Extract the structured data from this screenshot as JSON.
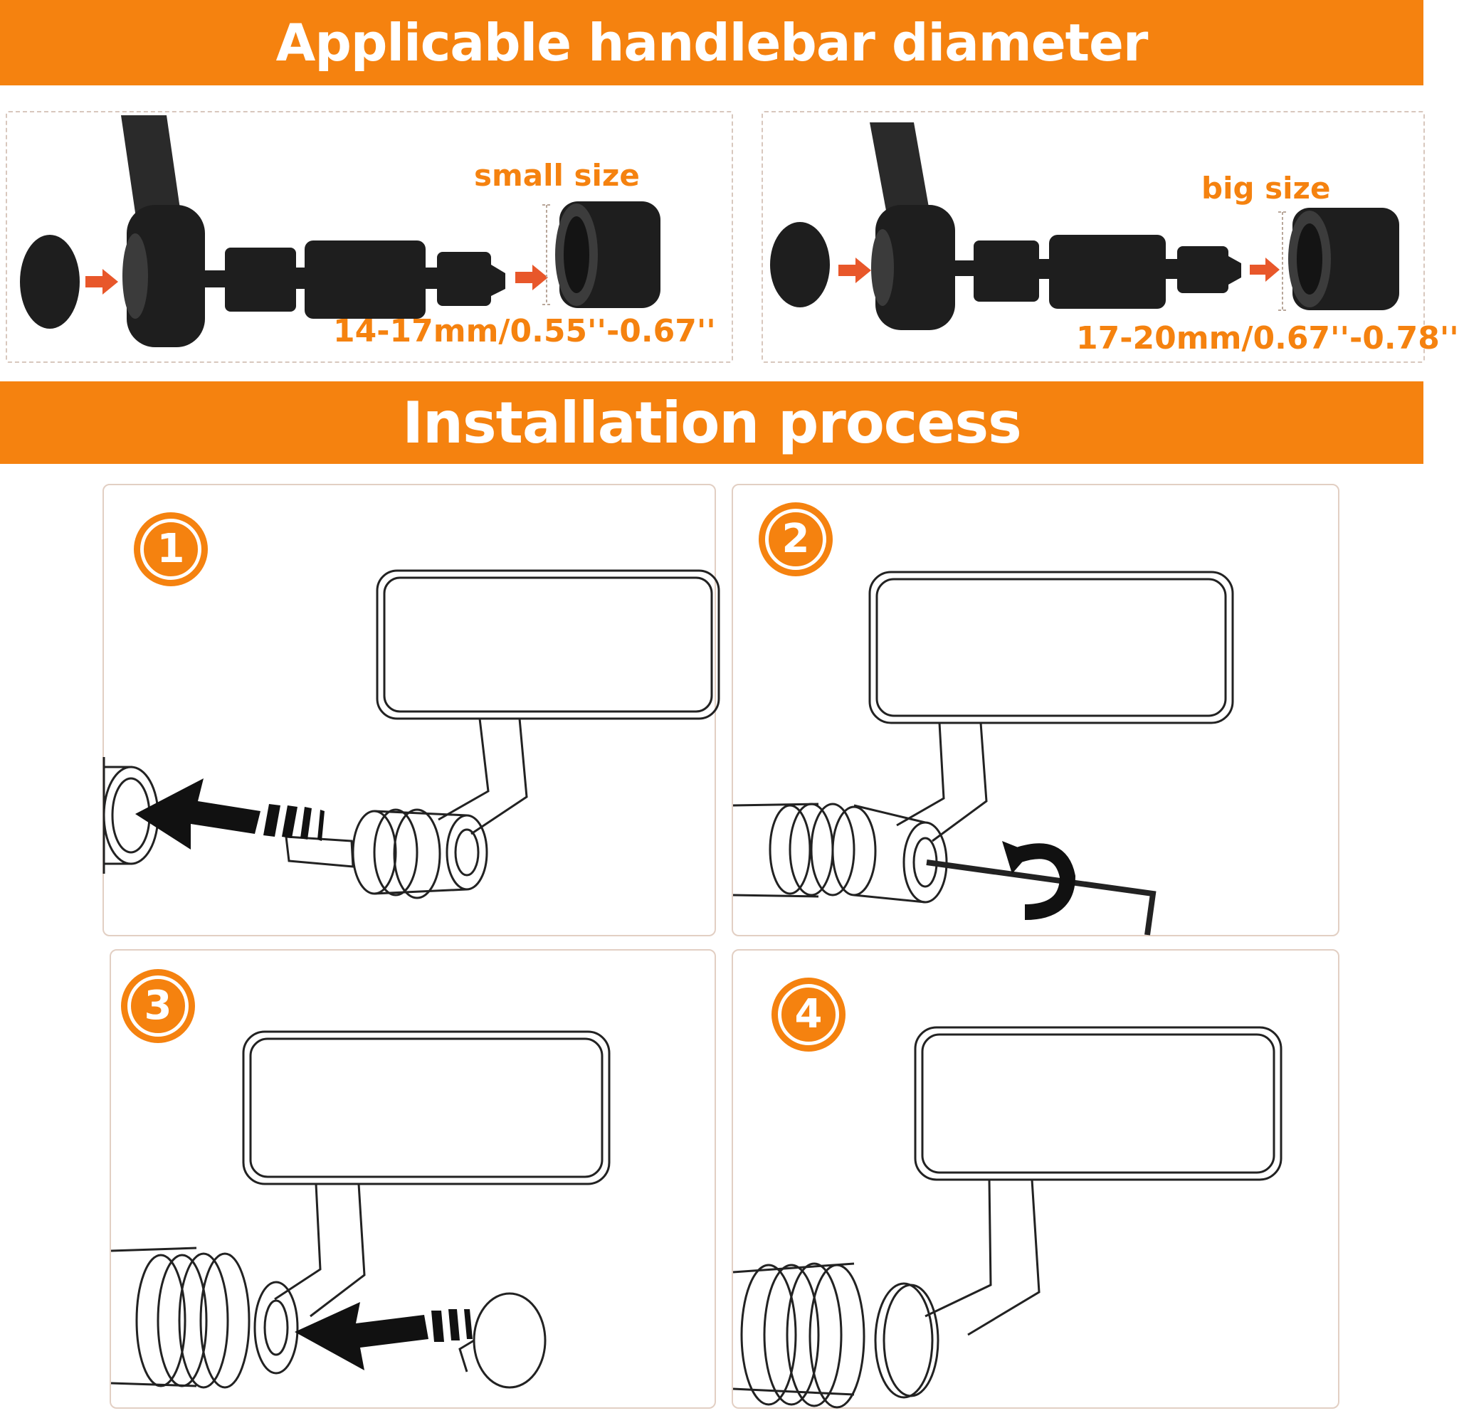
{
  "header": {
    "title": "Applicable handlebar diameter"
  },
  "sizes": [
    {
      "name": "small size",
      "range": "14-17mm/0.55''-0.67''"
    },
    {
      "name": "big size",
      "range": "17-20mm/0.67''-0.78''"
    }
  ],
  "installation": {
    "title": "Installation process",
    "steps": [
      {
        "number": "1"
      },
      {
        "number": "2"
      },
      {
        "number": "3"
      },
      {
        "number": "4"
      }
    ]
  },
  "colors": {
    "accent": "#F5820F",
    "arrow": "#E8572A",
    "part": "#1e1e1e"
  }
}
